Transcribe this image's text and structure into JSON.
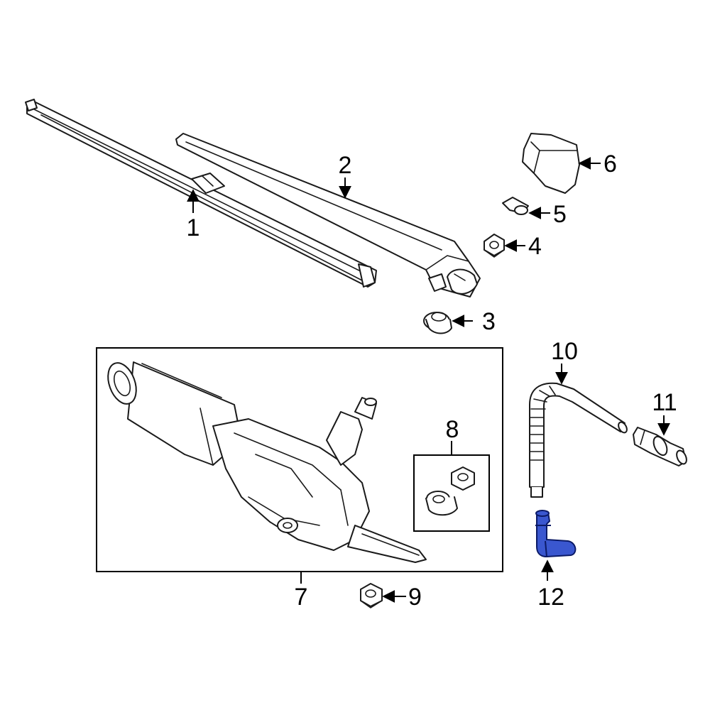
{
  "highlight_color": "#3a57cf",
  "callouts": {
    "c1": "1",
    "c2": "2",
    "c3": "3",
    "c4": "4",
    "c5": "5",
    "c6": "6",
    "c7": "7",
    "c8": "8",
    "c9": "9",
    "c10": "10",
    "c11": "11",
    "c12": "12"
  },
  "parts": [
    {
      "callout": "1",
      "icon": "wiper-blade-icon"
    },
    {
      "callout": "2",
      "icon": "wiper-arm-icon"
    },
    {
      "callout": "3",
      "icon": "grommet-icon"
    },
    {
      "callout": "4",
      "icon": "nut-icon"
    },
    {
      "callout": "5",
      "icon": "clip-icon"
    },
    {
      "callout": "6",
      "icon": "arm-cap-icon"
    },
    {
      "callout": "7",
      "icon": "wiper-motor-icon"
    },
    {
      "callout": "8",
      "icon": "hardware-kit-icon"
    },
    {
      "callout": "9",
      "icon": "nut-icon"
    },
    {
      "callout": "10",
      "icon": "washer-hose-icon"
    },
    {
      "callout": "11",
      "icon": "hose-connector-icon"
    },
    {
      "callout": "12",
      "icon": "elbow-connector-icon",
      "highlighted": true
    }
  ]
}
